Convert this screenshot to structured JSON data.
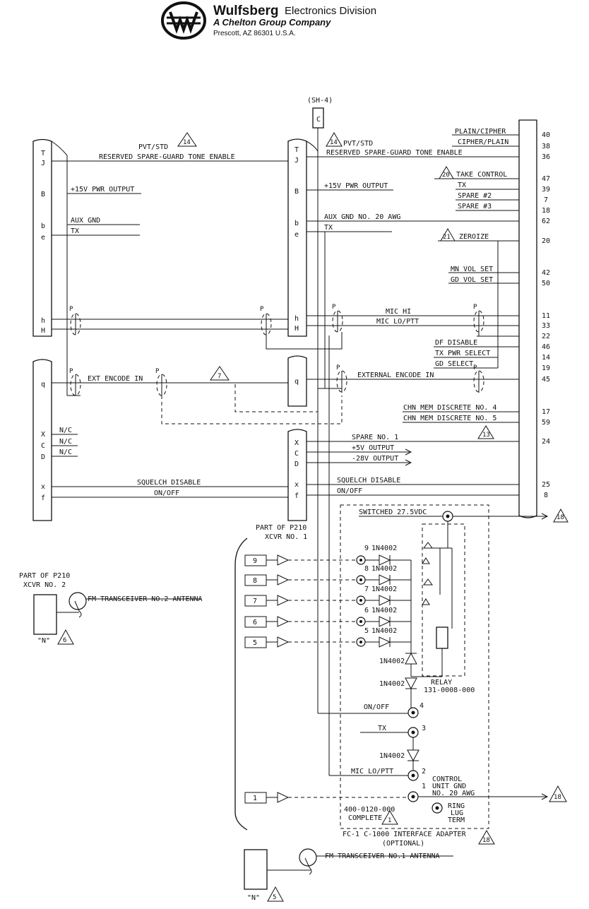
{
  "header": {
    "company": "Wulfsberg",
    "division": "Electronics Division",
    "group": "A Chelton Group Company",
    "address": "Prescott, AZ  86301  U.S.A."
  },
  "sh_ref": "(SH-4)",
  "sh_pin": "C",
  "left_pins_upper": [
    "T",
    "J",
    "B",
    "b",
    "e",
    "h",
    "H"
  ],
  "left_pins_lower": [
    "q",
    "X",
    "C",
    "D",
    "x",
    "f"
  ],
  "mid_pins_upper": [
    "T",
    "J",
    "B",
    "b",
    "e",
    "h",
    "H"
  ],
  "mid_pins_lower": [
    "q",
    "X",
    "C",
    "D",
    "x",
    "f"
  ],
  "left_signals": {
    "guard_tone": "RESERVED SPARE-GUARD TONE ENABLE",
    "pvt_std": "PVT/STD",
    "pvt_note": "14",
    "pwr": "+15V PWR OUTPUT",
    "aux_gnd": "AUX GND",
    "tx": "TX",
    "ext_encode": "EXT ENCODE IN",
    "nc1": "N/C",
    "nc2": "N/C",
    "nc3": "N/C",
    "squelch": "SQUELCH DISABLE",
    "onoff": "ON/OFF",
    "note7": "7"
  },
  "right_signals": [
    {
      "label": "PLAIN/CIPHER",
      "pin": "40"
    },
    {
      "label": "CIPHER/PLAIN",
      "pin": "38"
    },
    {
      "label": "RESERVED SPARE-GUARD TONE ENABLE",
      "pin": "36"
    },
    {
      "label": "TAKE CONTROL",
      "pin": "47"
    },
    {
      "label": "TX",
      "pin": "39"
    },
    {
      "label": "SPARE #2",
      "pin": "7"
    },
    {
      "label": "SPARE #3",
      "pin": "18"
    },
    {
      "label": "AUX GND NO. 20 AWG",
      "pin": "62"
    },
    {
      "label": "ZEROIZE",
      "pin": "20"
    },
    {
      "label": "MN VOL SET",
      "pin": "42"
    },
    {
      "label": "GD VOL SET",
      "pin": "50"
    },
    {
      "label": "MIC HI",
      "pin": "11"
    },
    {
      "label": "MIC LO/PTT",
      "pin": "33"
    },
    {
      "label": "",
      "pin": "22"
    },
    {
      "label": "DF DISABLE",
      "pin": "46"
    },
    {
      "label": "TX PWR SELECT",
      "pin": "14"
    },
    {
      "label": "GD SELECT",
      "pin": "19"
    },
    {
      "label": "EXTERNAL ENCODE IN",
      "pin": "45"
    },
    {
      "label": "CHN MEM DISCRETE NO. 4",
      "pin": "17"
    },
    {
      "label": "CHN MEM DISCRETE NO. 5",
      "pin": "59"
    },
    {
      "label": "SPARE NO. 1",
      "pin": "24"
    },
    {
      "label": "SQUELCH DISABLE",
      "pin": "25"
    },
    {
      "label": "ON/OFF",
      "pin": "8"
    }
  ],
  "mid_signals": {
    "pvt_std": "PVT/STD",
    "pvt_note": "14",
    "pwr": "+15V PWR OUTPUT",
    "tx": "TX",
    "take_note": "20",
    "zeroize_note": "21",
    "note13": "13",
    "v5": "+5V OUTPUT",
    "v28": "-28V OUTPUT"
  },
  "adapter": {
    "switched": "SWITCHED 27.5VDC",
    "note18": "18",
    "part_of": "PART OF P210",
    "xcvr": "XCVR NO. 1",
    "diodes": [
      {
        "pin": "9",
        "label": "1N4002",
        "box": "9"
      },
      {
        "pin": "8",
        "label": "1N4002",
        "box": "8"
      },
      {
        "pin": "7",
        "label": "1N4002",
        "box": "7"
      },
      {
        "pin": "6",
        "label": "1N4002",
        "box": "6"
      },
      {
        "pin": "5",
        "label": "1N4002",
        "box": "5"
      }
    ],
    "diode_a": "1N4002",
    "diode_b": "1N4002",
    "diode_c": "1N4002",
    "relay": "RELAY",
    "relay_pn": "131-0008-000",
    "onoff": "ON/OFF",
    "tx": "TX",
    "mic_lo": "MIC LO/PTT",
    "pin1": "1",
    "pin2": "2",
    "pin3": "3",
    "pin4": "4",
    "control1": "CONTROL",
    "control2": "UNIT GND",
    "control3": "NO. 20 AWG",
    "box1": "1",
    "complete_pn": "400-0120-000",
    "complete": "COMPLETE",
    "note1": "1",
    "ring1": "RING",
    "ring2": "LUG",
    "ring3": "TERM",
    "title": "FC-1 C-1000 INTERFACE ADAPTER",
    "optional": "(OPTIONAL)",
    "title_note": "18"
  },
  "xcvr2": {
    "part_of": "PART OF P210",
    "xcvr": "XCVR NO. 2",
    "antenna": "FM TRANSCEIVER NO.2 ANTENNA",
    "n": "\"N\"",
    "note": "6"
  },
  "xcvr1_ant": {
    "antenna": "FM TRANSCEIVER NO.1 ANTENNA",
    "n": "\"N\"",
    "note": "5"
  }
}
